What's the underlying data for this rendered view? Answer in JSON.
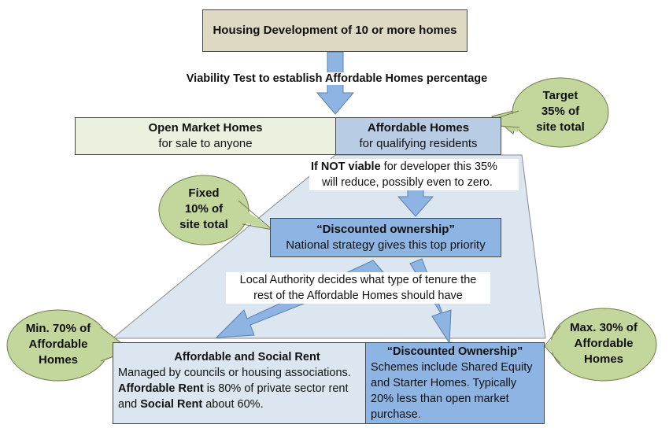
{
  "top": {
    "title": "Housing Development of 10 or more homes"
  },
  "viability": {
    "label": "Viability Test to establish Affordable Homes percentage"
  },
  "open_market": {
    "title": "Open Market Homes",
    "subtitle": "for sale to anyone"
  },
  "affordable": {
    "title": "Affordable Homes",
    "subtitle": "for qualifying residents"
  },
  "not_viable": {
    "bold": "If NOT viable",
    "rest1": " for developer this 35%",
    "line2": "will reduce, possibly even to zero."
  },
  "callouts": {
    "target": {
      "line1": "Target",
      "line2": "35% of",
      "line3": "site total"
    },
    "fixed": {
      "line1": "Fixed",
      "line2": "10% of",
      "line3": "site total"
    },
    "min": {
      "line1": "Min. 70% of",
      "line2": "Affordable",
      "line3": "Homes"
    },
    "max": {
      "line1": "Max. 30% of",
      "line2": "Affordable",
      "line3": "Homes"
    }
  },
  "discounted_top": {
    "title": "“Discounted ownership”",
    "subtitle": "National strategy gives this top priority"
  },
  "local_authority": {
    "line1": "Local Authority decides what type of tenure the",
    "line2": "rest of the Affordable Homes should have"
  },
  "social_rent": {
    "title": "Affordable and Social Rent",
    "line1": "Managed by councils or housing associations.",
    "ar_bold": "Affordable Rent",
    "ar_rest": " is 80% of private sector rent",
    "sr_pre": "and ",
    "sr_bold": "Social Rent",
    "sr_rest": " about 60%."
  },
  "discounted_bottom": {
    "title": "“Discounted Ownership”",
    "line1": "Schemes include Shared Equity",
    "line2": "and Starter Homes.  Typically",
    "line3": "20% less than open market",
    "line4": "purchase."
  },
  "colors": {
    "top_box": "#ddd9c3",
    "open_market": "#ebf1de",
    "affordable": "#b8cce4",
    "funnel": "#dce6f1",
    "arrow": "#8db4e2",
    "discounted": "#8db4e2",
    "social_rent": "#dce6f1",
    "callout": "#c3d69b"
  }
}
